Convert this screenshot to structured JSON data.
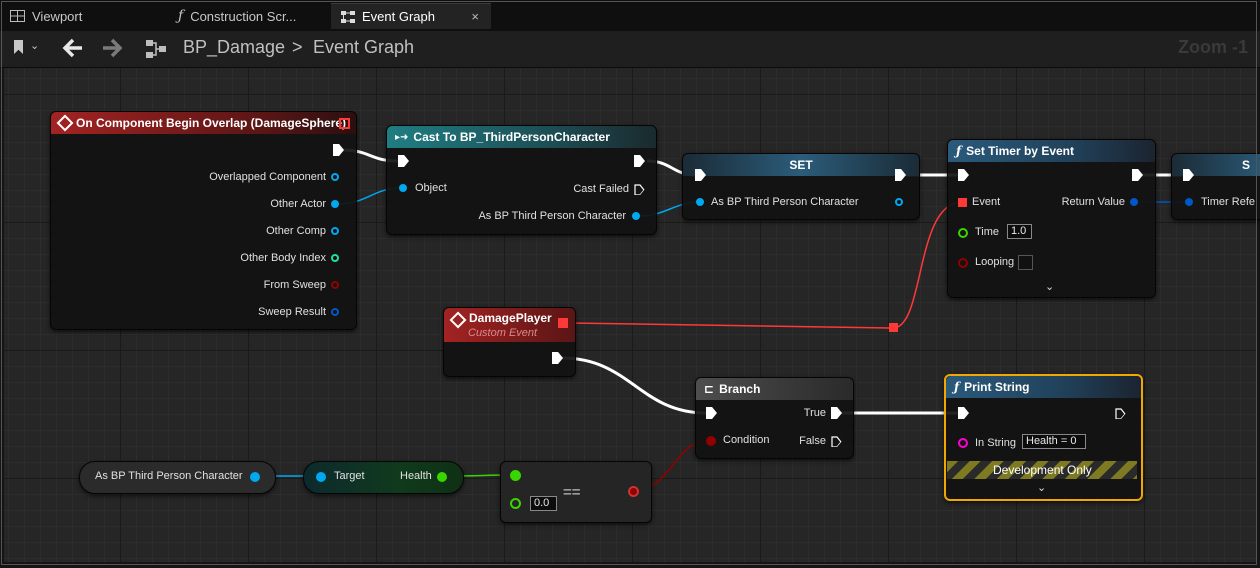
{
  "tabs": [
    {
      "label": "Viewport",
      "icon": "viewport-icon"
    },
    {
      "label": "Construction Scr...",
      "icon": "function-icon"
    },
    {
      "label": "Event Graph",
      "icon": "event-graph-icon"
    }
  ],
  "tab_close": "×",
  "toolbar": {
    "crumb_asset": "BP_Damage",
    "crumb_sep": ">",
    "crumb_graph": "Event Graph",
    "zoom": "Zoom -1"
  },
  "nodes": {
    "overlap": {
      "title": "On Component Begin Overlap (DamageSphere)",
      "pins": [
        "Overlapped Component",
        "Other Actor",
        "Other Comp",
        "Other Body Index",
        "From Sweep",
        "Sweep Result"
      ]
    },
    "cast": {
      "title": "Cast To BP_ThirdPersonCharacter",
      "object": "Object",
      "failed": "Cast Failed",
      "as_char": "As BP Third Person Character"
    },
    "set": {
      "title": "SET",
      "as_char": "As BP Third Person Character"
    },
    "timer": {
      "title": "Set Timer by Event",
      "event": "Event",
      "return": "Return Value",
      "time": "Time",
      "time_value": "1.0",
      "looping": "Looping"
    },
    "next": {
      "title": "S",
      "timer_ref": "Timer Refe"
    },
    "damage": {
      "title": "DamagePlayer",
      "subtitle": "Custom Event"
    },
    "branch": {
      "title": "Branch",
      "true_label": "True",
      "condition": "Condition",
      "false_label": "False"
    },
    "print": {
      "title": "Print String",
      "in_string": "In String",
      "in_value": "Health = 0",
      "dev_only": "Development Only"
    },
    "getvar": {
      "label": "As BP Third Person Character"
    },
    "health": {
      "target": "Target",
      "health": "Health"
    },
    "equal": {
      "op": "==",
      "value": "0.0"
    }
  },
  "colors": {
    "exec": "#ffffff",
    "object": "#00a8f0",
    "float": "#38d500",
    "bool": "#920000",
    "string": "#ff00d4",
    "delegate": "#ff3838",
    "int": "#1fe0a0",
    "struct": "#0057c8",
    "selection": "#f2a602"
  }
}
